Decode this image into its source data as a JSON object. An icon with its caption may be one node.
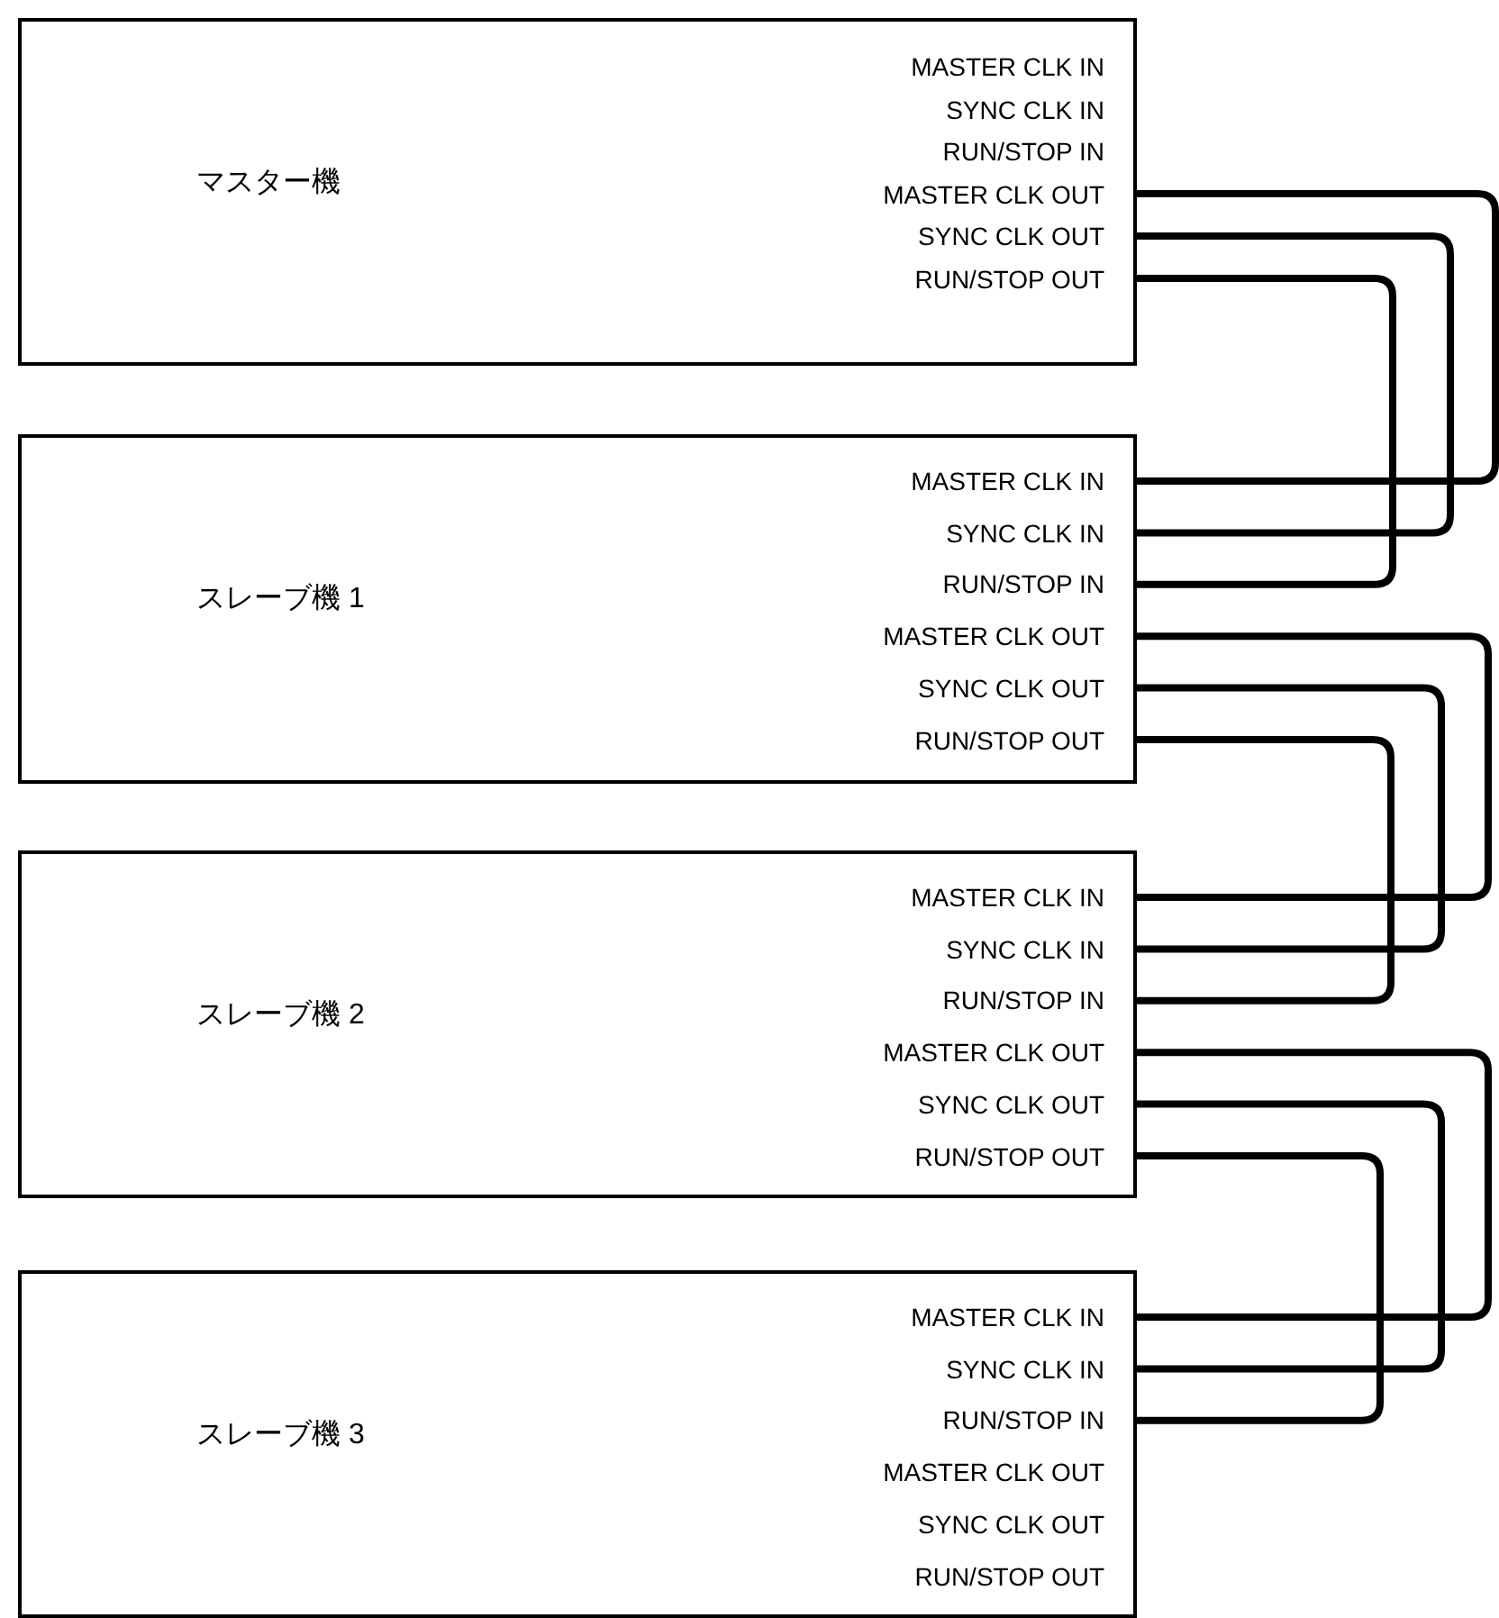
{
  "diagram": {
    "nodes": [
      {
        "text": [
          "マスター機"
        ]
      },
      {
        "text": [
          "MASTER CLK IN"
        ],
        "in": 0
      },
      {
        "text": [
          "SYNC CLK IN"
        ],
        "in": 0
      },
      {
        "text": [
          "RUN/STOP IN"
        ],
        "in": 0
      },
      {
        "text": [
          "MASTER CLK OUT"
        ],
        "in": 0
      },
      {
        "text": [
          "SYNC CLK OUT"
        ],
        "in": 0
      },
      {
        "text": [
          "RUN/STOP OUT"
        ],
        "in": 0
      },
      {
        "text": [
          "スレーブ機 1"
        ]
      },
      {
        "text": [
          "MASTER CLK IN"
        ],
        "in": 7
      },
      {
        "text": [
          "SYNC CLK IN"
        ],
        "in": 7
      },
      {
        "text": [
          "RUN/STOP IN"
        ],
        "in": 7
      },
      {
        "text": [
          "MASTER CLK OUT"
        ],
        "in": 7
      },
      {
        "text": [
          "SYNC CLK OUT"
        ],
        "in": 7
      },
      {
        "text": [
          "RUN/STOP OUT"
        ],
        "in": 7
      },
      {
        "text": [
          "スレーブ機 2"
        ]
      },
      {
        "text": [
          "MASTER CLK IN"
        ],
        "in": 14
      },
      {
        "text": [
          "SYNC CLK IN"
        ],
        "in": 14
      },
      {
        "text": [
          "RUN/STOP IN"
        ],
        "in": 14
      },
      {
        "text": [
          "MASTER CLK OUT"
        ],
        "in": 14
      },
      {
        "text": [
          "SYNC CLK OUT"
        ],
        "in": 14
      },
      {
        "text": [
          "RUN/STOP OUT"
        ],
        "in": 14
      },
      {
        "text": [
          "スレーブ機 3"
        ]
      },
      {
        "text": [
          "MASTER CLK IN"
        ],
        "in": 21
      },
      {
        "text": [
          "SYNC CLK IN"
        ],
        "in": 21
      },
      {
        "text": [
          "RUN/STOP IN"
        ],
        "in": 21
      },
      {
        "text": [
          "MASTER CLK OUT"
        ],
        "in": 21
      },
      {
        "text": [
          "SYNC CLK OUT"
        ],
        "in": 21
      },
      {
        "text": [
          "RUN/STOP OUT"
        ],
        "in": 21
      }
    ],
    "edges": [
      {
        "from": 4,
        "to": 8,
        "arrow": "none"
      },
      {
        "from": 5,
        "to": 9,
        "arrow": "none"
      },
      {
        "from": 6,
        "to": 10,
        "arrow": "none"
      },
      {
        "from": 11,
        "to": 15,
        "arrow": "none"
      },
      {
        "from": 12,
        "to": 16,
        "arrow": "none"
      },
      {
        "from": 13,
        "to": 17,
        "arrow": "none"
      },
      {
        "from": 18,
        "to": 22,
        "arrow": "none"
      },
      {
        "from": 19,
        "to": 23,
        "arrow": "none"
      },
      {
        "from": 20,
        "to": 24,
        "arrow": "none"
      }
    ]
  }
}
